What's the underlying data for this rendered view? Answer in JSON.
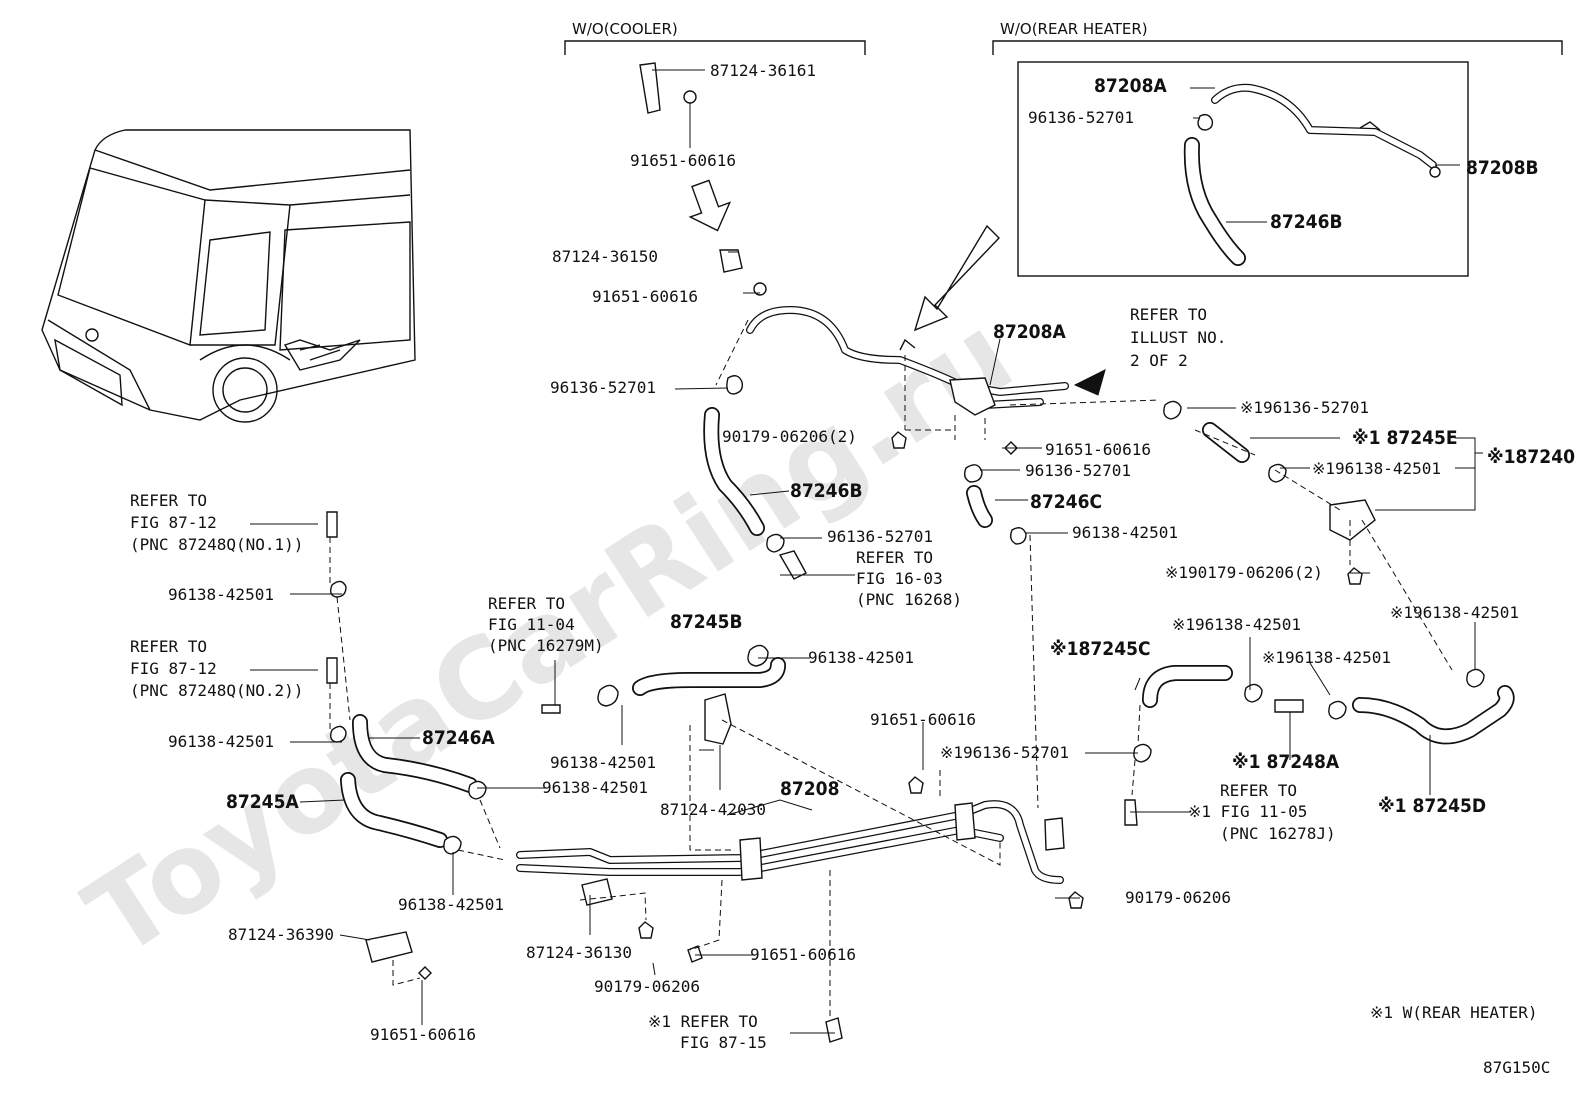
{
  "watermark": "ToyotaCarRing.ru",
  "figure_code": "87G150C",
  "footnote": "※1 W(REAR HEATER)",
  "sections": {
    "wo_cooler": "W/O(COOLER)",
    "wo_rear_heater": "W/O(REAR HEATER)"
  },
  "labels": {
    "p_87124_36161": "87124-36161",
    "p_91651_60616_a": "91651-60616",
    "p_87124_36150": "87124-36150",
    "p_91651_60616_b": "91651-60616",
    "p_96136_52701_a": "96136-52701",
    "p_90179_06206_2": "90179-06206(2)",
    "p_87246B_main": "87246B",
    "p_96136_52701_b": "96136-52701",
    "refer_16_03_l1": "REFER TO",
    "refer_16_03_l2": "FIG 16-03",
    "refer_16_03_l3": "(PNC 16268)",
    "p_87208A_main": "87208A",
    "refer_illust_l1": "REFER TO",
    "refer_illust_l2": "ILLUST NO.",
    "refer_illust_l3": "2 OF 2",
    "p_91651_60616_c": "91651-60616",
    "p_96136_52701_c": "96136-52701",
    "p_87246C": "87246C",
    "p_96138_42501_a": "96138-42501",
    "p_x1_96136_52701_a": "※196136-52701",
    "p_x1_87245E": "※1 87245E",
    "p_x1_96138_42501_a": "※196138-42501",
    "p_x1_87240": "※187240",
    "p_x1_90179_06206_2": "※190179-06206(2)",
    "p_x1_96138_42501_b": "※196138-42501",
    "p_x1_87245C": "※187245C",
    "p_x1_96138_42501_c": "※196138-42501",
    "p_x1_96138_42501_d": "※196138-42501",
    "p_x1_96136_52701_b": "※196136-52701",
    "p_x1_87248A": "※1 87248A",
    "refer_11_05_l1": "REFER TO",
    "refer_11_05_l2": "※1 FIG 11-05",
    "refer_11_05_l3": "(PNC 16278J)",
    "p_x1_87245D": "※1 87245D",
    "p_90179_06206_a": "90179-06206",
    "p_91651_60616_d": "91651-60616",
    "refer_87_12_a_l1": "REFER TO",
    "refer_87_12_a_l2": "FIG 87-12",
    "refer_87_12_a_l3": "(PNC 87248Q(NO.1))",
    "p_96138_42501_b": "96138-42501",
    "refer_87_12_b_l1": "REFER TO",
    "refer_87_12_b_l2": "FIG 87-12",
    "refer_87_12_b_l3": "(PNC 87248Q(NO.2))",
    "p_96138_42501_c": "96138-42501",
    "p_87246A": "87246A",
    "p_87245A": "87245A",
    "p_96138_42501_d": "96138-42501",
    "p_96138_42501_e": "96138-42501",
    "refer_11_04_l1": "REFER TO",
    "refer_11_04_l2": "FIG 11-04",
    "refer_11_04_l3": "(PNC 16279M)",
    "p_87245B": "87245B",
    "p_96138_42501_f": "96138-42501",
    "p_96138_42501_g": "96138-42501",
    "p_87124_42030": "87124-42030",
    "p_87208": "87208",
    "p_87124_36390": "87124-36390",
    "p_91651_60616_e": "91651-60616",
    "p_87124_36130": "87124-36130",
    "p_90179_06206_b": "90179-06206",
    "p_91651_60616_f": "91651-60616",
    "refer_87_15_l1": "※1 REFER TO",
    "refer_87_15_l2": "FIG 87-15",
    "inset_87208A": "87208A",
    "inset_96136_52701": "96136-52701",
    "inset_87208B": "87208B",
    "inset_87246B": "87246B"
  }
}
